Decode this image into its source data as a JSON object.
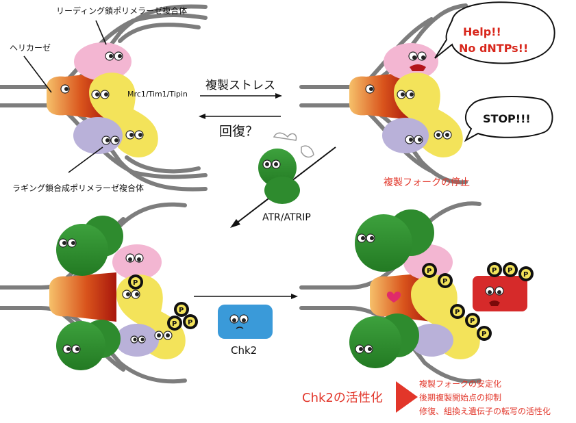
{
  "labels": {
    "leading_polymerase": "リーディング鎖ポリメラーゼ複合体",
    "helicase": "ヘリカーゼ",
    "mrc1_complex": "Mrc1/Tim1/Tipin",
    "lagging_polymerase": "ラギング鎖合成ポリメラーゼ複合体",
    "replication_stress": "複製ストレス",
    "recovery": "回復？",
    "fork_stalling": "複製フォークの停止",
    "atr": "ATR/ATRIP",
    "chk2": "Chk2",
    "chk2_activation": "Chk2の活性化",
    "help_line1": "Help!!",
    "help_line2": "No dNTPs!!",
    "stop": "STOP!!!",
    "phospho": "P"
  },
  "outcomes": [
    "複製フォークの安定化",
    "後期複製開始点の抑制",
    "修復、組換え遺伝子の転写の活性化"
  ],
  "colors": {
    "dna": "#7a7a7a",
    "atr_green": "#2e8b2e",
    "chk2_blue": "#3a9ad9",
    "activated_red": "#d62a2a",
    "label_red": "#e2362a",
    "yellow": "#f3e35a",
    "pink": "#f3b6d2",
    "lavender": "#b9b1d9",
    "helicase_dark": "#b51b0e",
    "helicase_light": "#f5b25a"
  }
}
